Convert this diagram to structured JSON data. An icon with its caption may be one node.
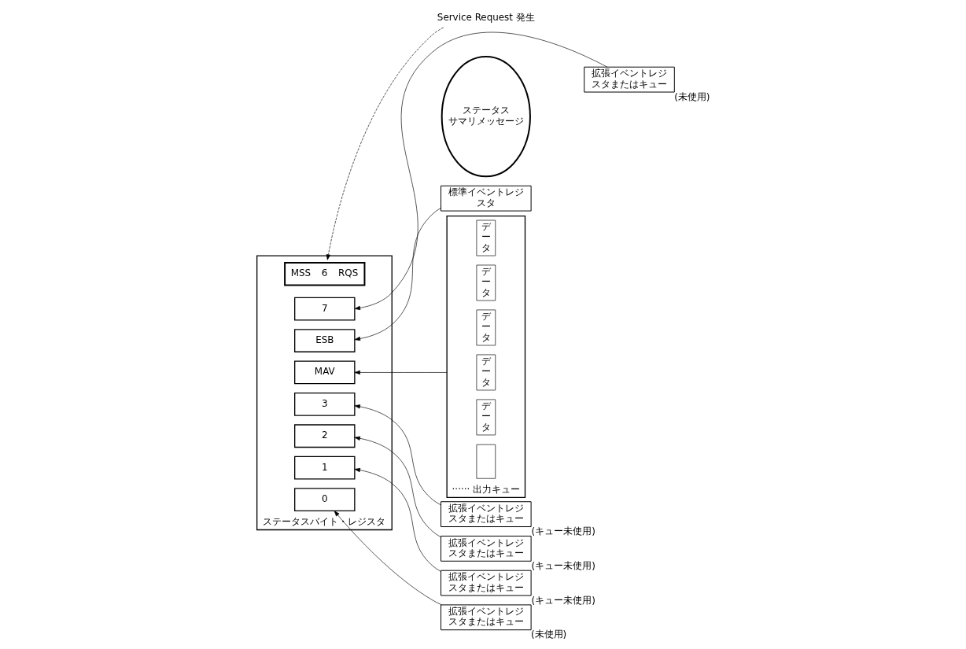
{
  "diagram": {
    "nodes": [
      {
        "text": [
          "Service Request 発生"
        ]
      },
      {
        "text": [
          "ステータスバイト・レジスタ"
        ]
      },
      {
        "text": [
          "7"
        ],
        "in": 1
      },
      {
        "text": [
          "MSS",
          "6",
          "RQS"
        ],
        "in": 1
      },
      {
        "text": [
          "ESB"
        ],
        "in": 1
      },
      {
        "text": [
          "MAV"
        ],
        "in": 1
      },
      {
        "text": [
          "3"
        ],
        "in": 1
      },
      {
        "text": [
          "2"
        ],
        "in": 1
      },
      {
        "text": [
          "1"
        ],
        "in": 1
      },
      {
        "text": [
          "0"
        ],
        "in": 1
      },
      {
        "text": [
          "ステータスサマリメッセージ"
        ]
      },
      {
        "text": [
          "拡張イベントレジスタまたはキュー"
        ],
        "beside": [
          "(未使用)"
        ]
      },
      {
        "text": [
          "標準イベントレジスタ"
        ]
      },
      {
        "text": [
          "······ 出力キュー"
        ]
      },
      {
        "text": [
          "データ"
        ],
        "in": 13
      },
      {
        "text": [
          "データ"
        ],
        "in": 13
      },
      {
        "text": [
          "データ"
        ],
        "in": 13
      },
      {
        "text": [
          "データ"
        ],
        "in": 13
      },
      {
        "text": [
          "データ"
        ],
        "in": 13
      },
      {
        "text": [],
        "shape": "box",
        "in": 13
      },
      {
        "text": [
          "拡張イベントレジスタまたはキュー"
        ],
        "beside": [
          "(キュー未使用)"
        ]
      },
      {
        "text": [
          "拡張イベントレジスタまたはキュー"
        ],
        "beside": [
          "(キュー未使用)"
        ]
      },
      {
        "text": [
          "拡張イベントレジスタまたはキュー"
        ],
        "beside": [
          "(キュー未使用)"
        ]
      },
      {
        "text": [
          "拡張イベントレジスタまたはキュー"
        ],
        "beside": [
          "(未使用)"
        ]
      }
    ],
    "edges": [
      {
        "from": 0,
        "to": 3,
        "arrow": "to",
        "style": "dashed"
      },
      {
        "from": 11,
        "to": 2,
        "arrow": "to"
      },
      {
        "from": 12,
        "to": 4,
        "arrow": "to"
      },
      {
        "from": 13,
        "to": 5,
        "arrow": "to"
      },
      {
        "from": 20,
        "to": 6,
        "arrow": "to"
      },
      {
        "from": 21,
        "to": 7,
        "arrow": "to"
      },
      {
        "from": 22,
        "to": 8,
        "arrow": "to"
      },
      {
        "from": 23,
        "to": 9,
        "arrow": "to"
      }
    ]
  }
}
